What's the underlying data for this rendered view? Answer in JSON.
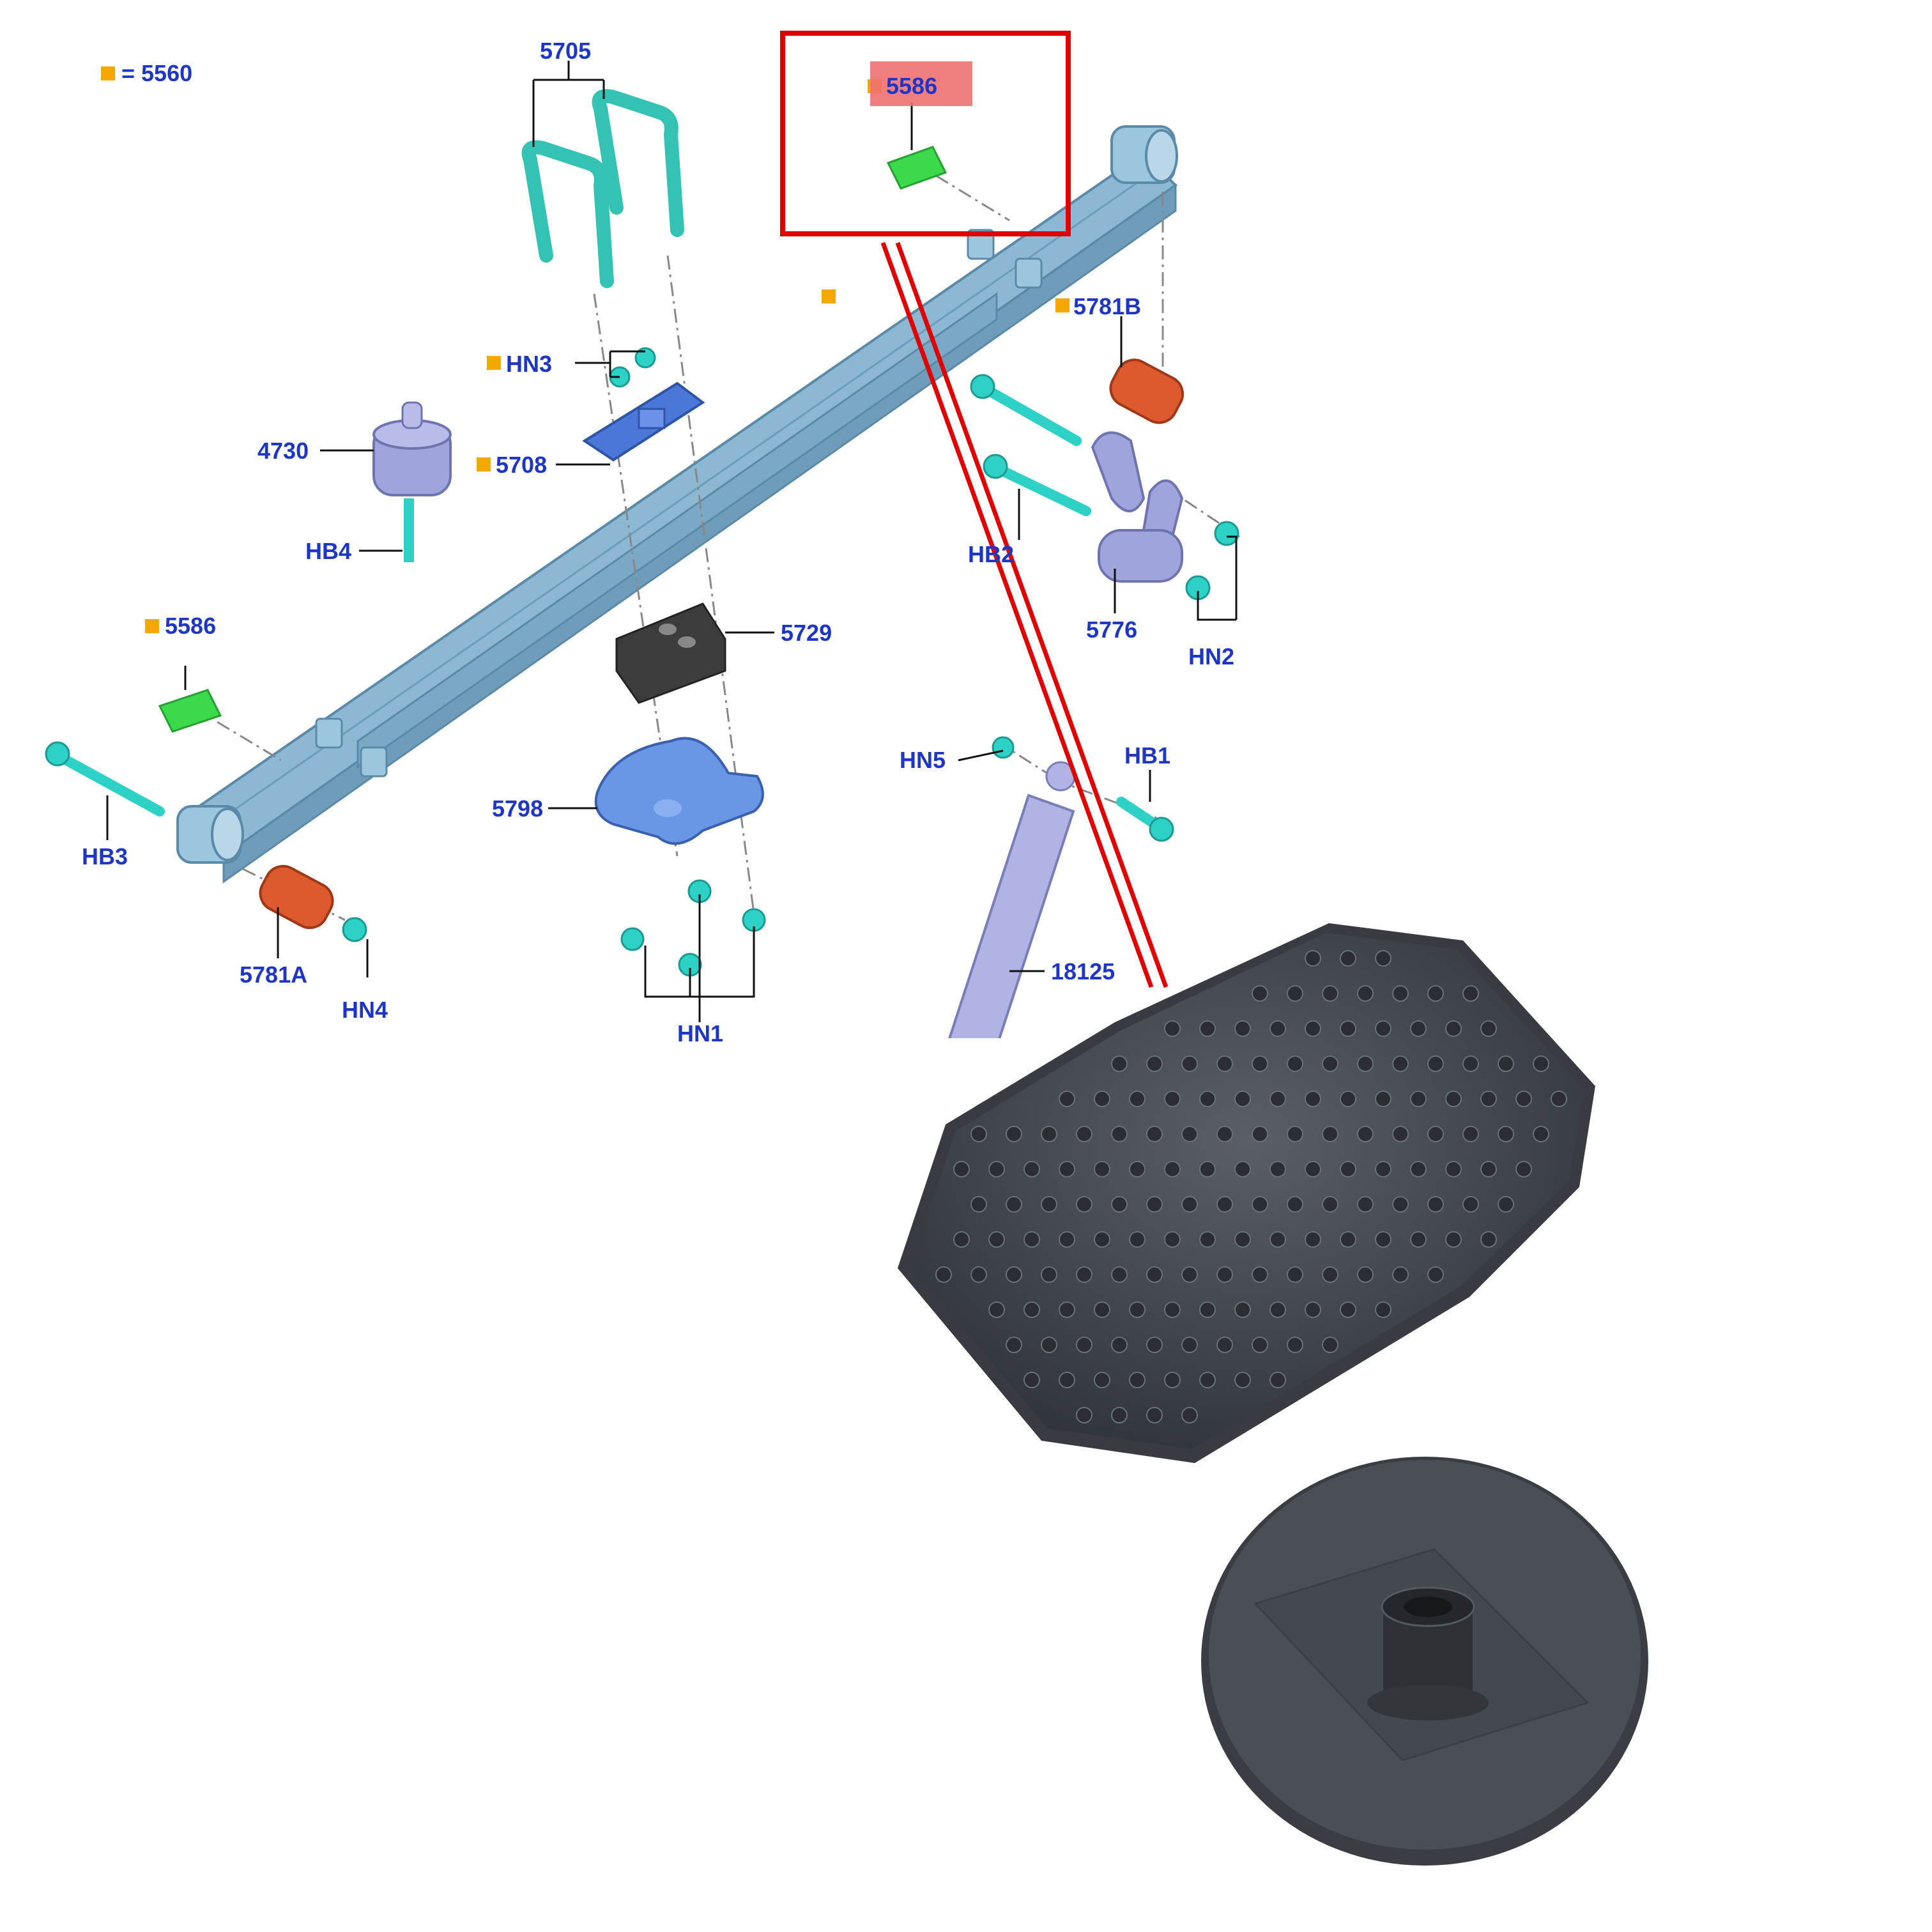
{
  "colors": {
    "label": "#1e36c8",
    "marker": "#f5a800",
    "spring": "#8cb8d4",
    "uBolt": "#33c2b4",
    "fastener": "#2ed1c6",
    "pad": "#3dd94c",
    "bushing": "#dd5a2e",
    "bracket": "#a0a4dc",
    "plate": "#4b78d8",
    "block": "#3c3c3c",
    "shock": "#b0b4e4",
    "callout": "#e00000",
    "highlight": "#f07070",
    "rubber": "#454a50"
  },
  "legend": {
    "text": "= 5560"
  },
  "labels": {
    "p5705": "5705",
    "p5586_top": "5586",
    "p5781B": "5781B",
    "HN3": "HN3",
    "p4730": "4730",
    "p5708": "5708",
    "HB4": "HB4",
    "HB2": "HB2",
    "p5776": "5776",
    "HN2": "HN2",
    "p5586_left": "5586",
    "p5729": "5729",
    "HN5": "HN5",
    "HB1": "HB1",
    "p5798": "5798",
    "HB3": "HB3",
    "p5781A": "5781A",
    "HN4": "HN4",
    "p18125": "18125",
    "HN1": "HN1"
  }
}
